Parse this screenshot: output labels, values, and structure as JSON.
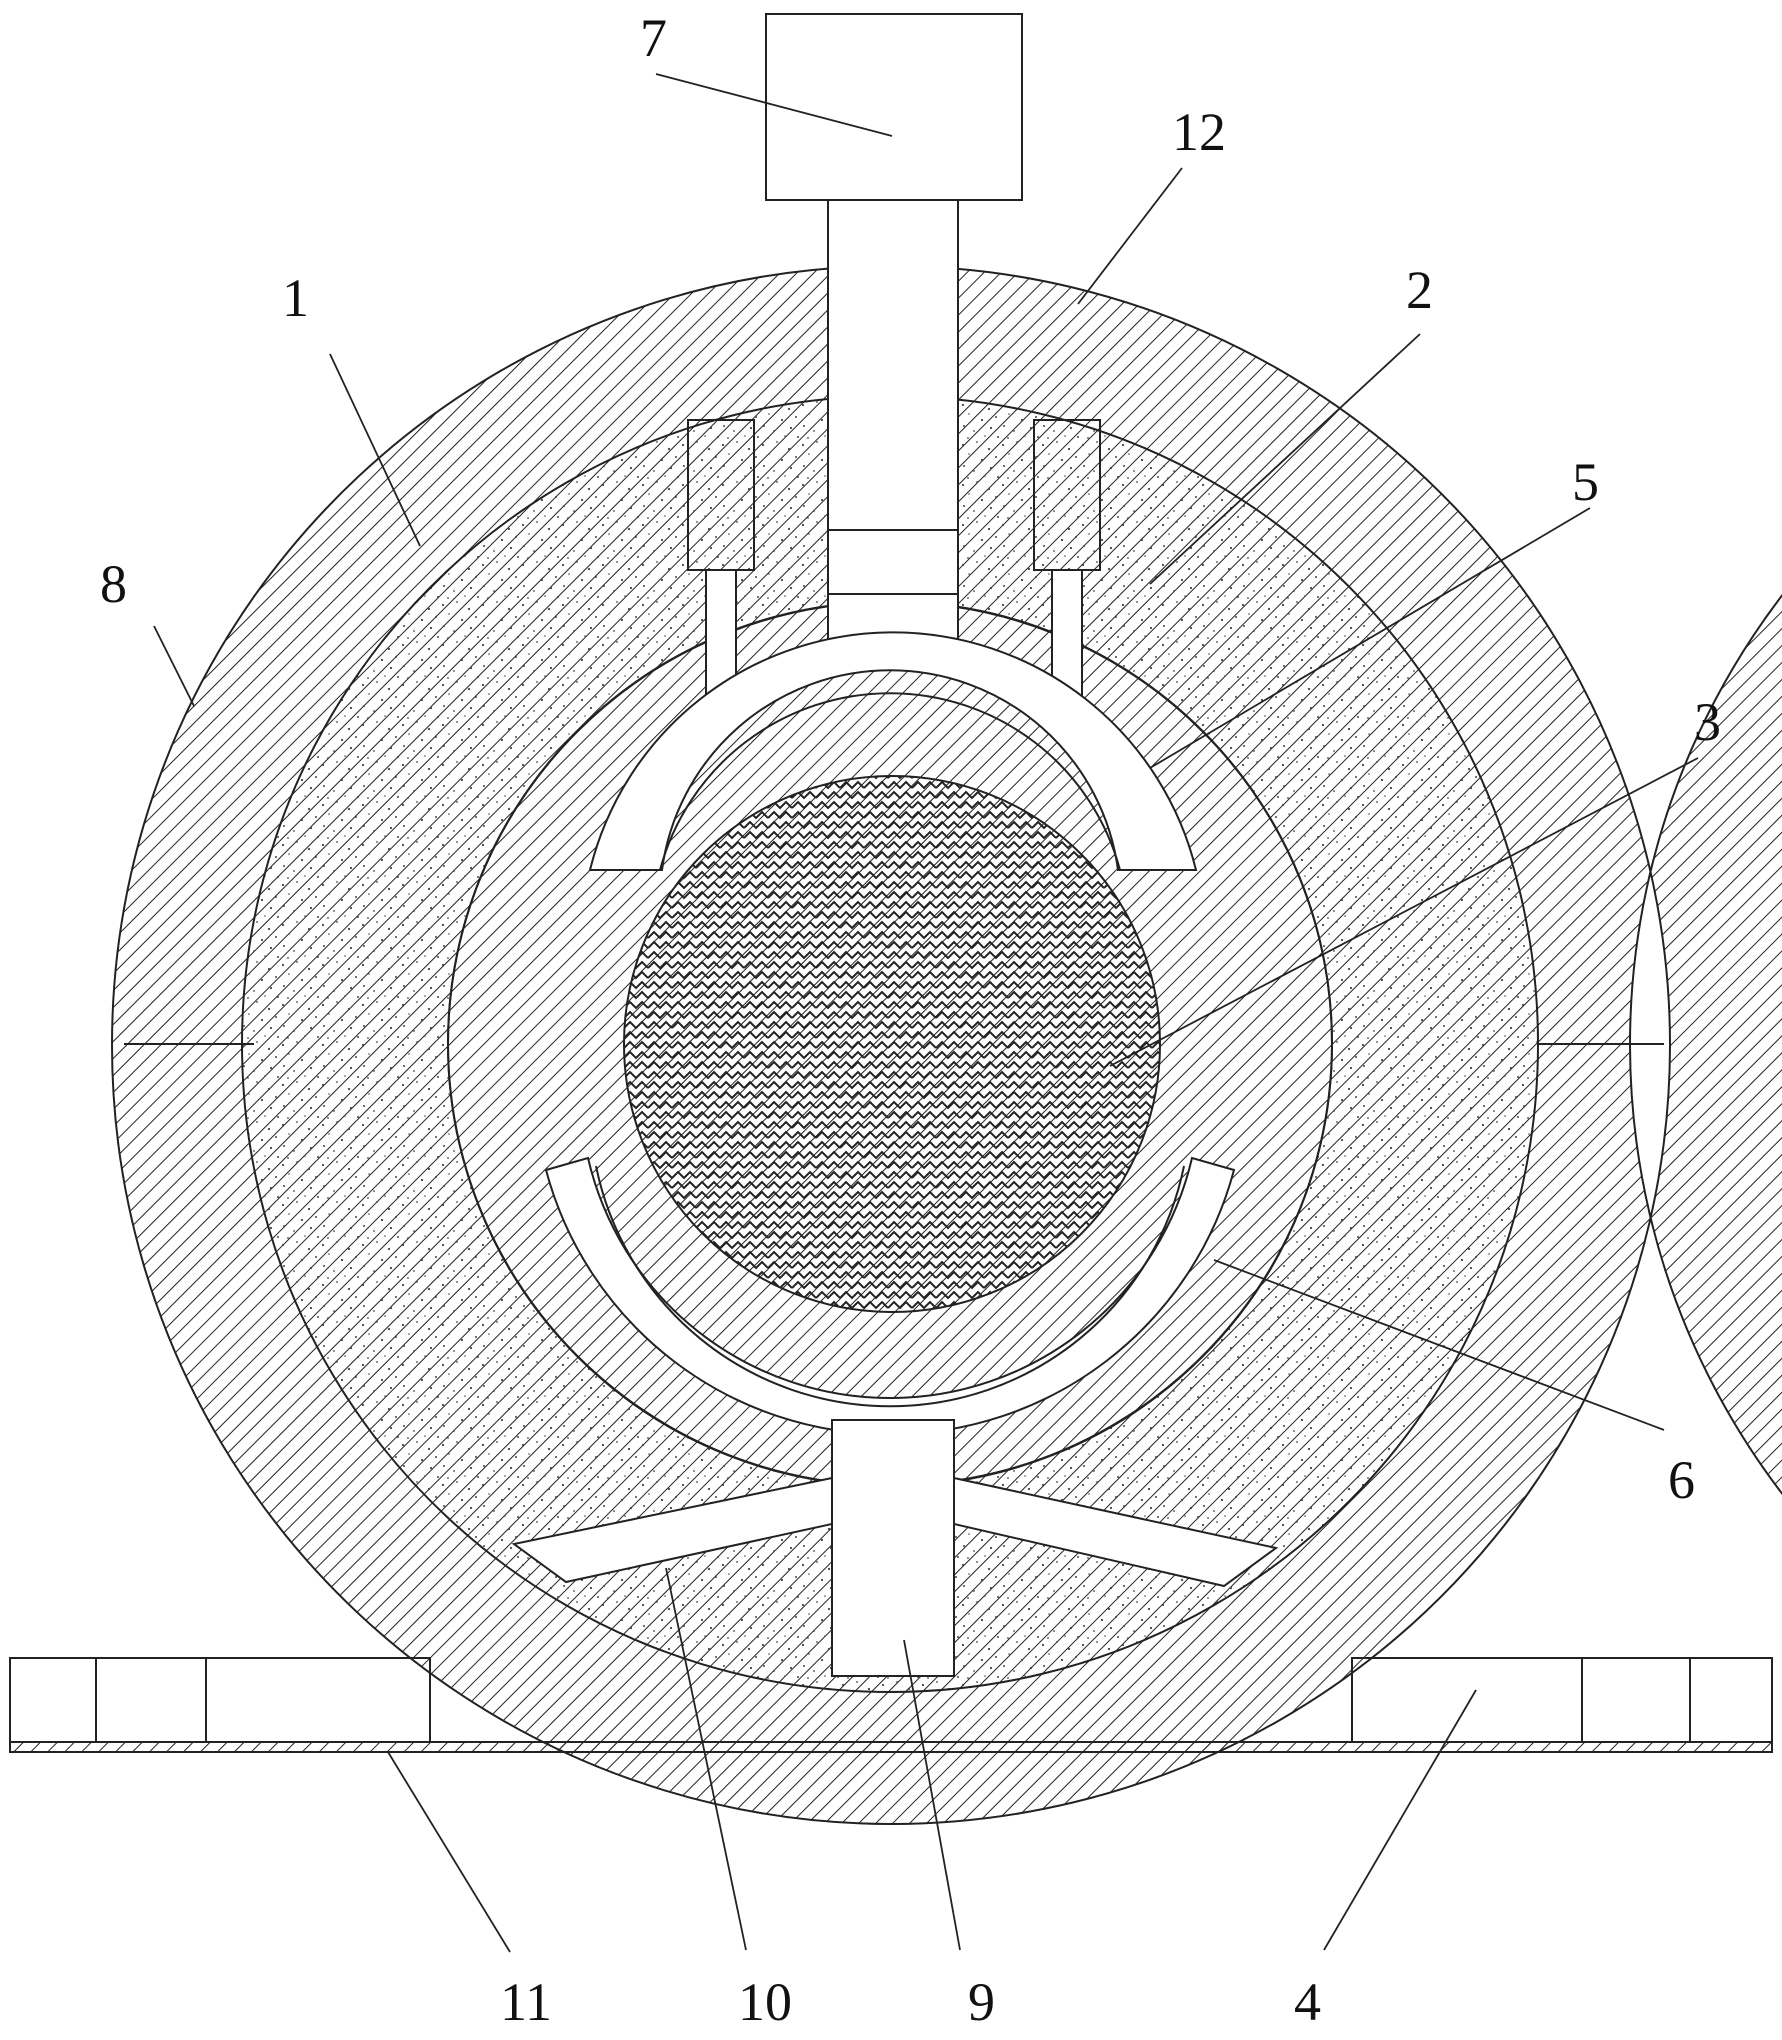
{
  "labels": {
    "l1": "1",
    "l2": "2",
    "l3": "3",
    "l4": "4",
    "l5": "5",
    "l6": "6",
    "l7": "7",
    "l8": "8",
    "l9": "9",
    "l10": "10",
    "l11": "11",
    "l12": "12"
  },
  "colors": {
    "line": "#222222",
    "background": "#ffffff",
    "speckle": "#444444"
  }
}
